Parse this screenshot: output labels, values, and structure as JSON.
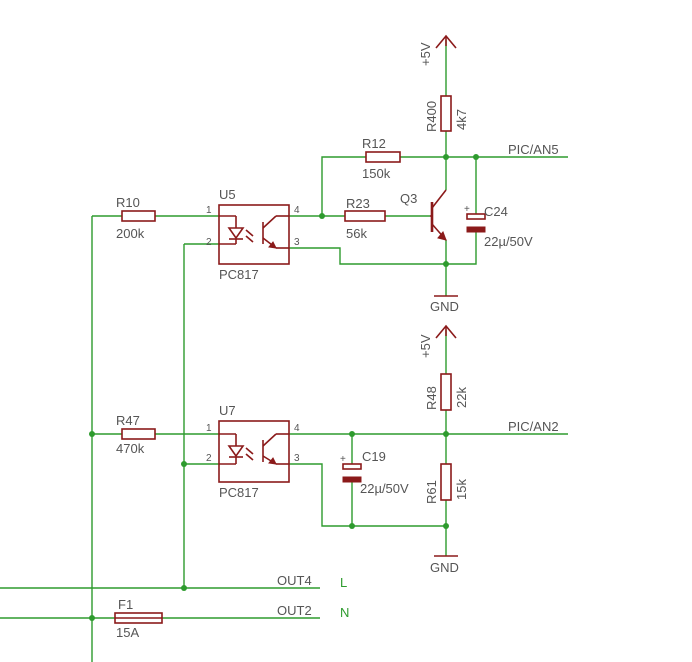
{
  "power": {
    "vcc_top": "+5V",
    "vcc_bottom": "+5V",
    "gnd_top": "GND",
    "gnd_bottom": "GND"
  },
  "parts": {
    "R10": {
      "name": "R10",
      "value": "200k"
    },
    "R47": {
      "name": "R47",
      "value": "470k"
    },
    "R12": {
      "name": "R12",
      "value": "150k"
    },
    "R23": {
      "name": "R23",
      "value": "56k"
    },
    "R400": {
      "name": "R400",
      "value": "4k7"
    },
    "R48": {
      "name": "R48",
      "value": "22k"
    },
    "R61": {
      "name": "R61",
      "value": "15k"
    },
    "F1": {
      "name": "F1",
      "value": "15A"
    },
    "Q3": {
      "name": "Q3"
    },
    "C24": {
      "name": "C24",
      "value": "22µ/50V",
      "polarity": "+"
    },
    "C19": {
      "name": "C19",
      "value": "22µ/50V",
      "polarity": "+"
    },
    "U5": {
      "name": "U5",
      "value": "PC817",
      "pins": [
        "1",
        "2",
        "3",
        "4"
      ]
    },
    "U7": {
      "name": "U7",
      "value": "PC817",
      "pins": [
        "1",
        "2",
        "3",
        "4"
      ]
    }
  },
  "nets": {
    "pic_an5": "PIC/AN5",
    "pic_an2": "PIC/AN2",
    "out4": "OUT4",
    "out2": "OUT2",
    "L": "L",
    "N": "N"
  }
}
